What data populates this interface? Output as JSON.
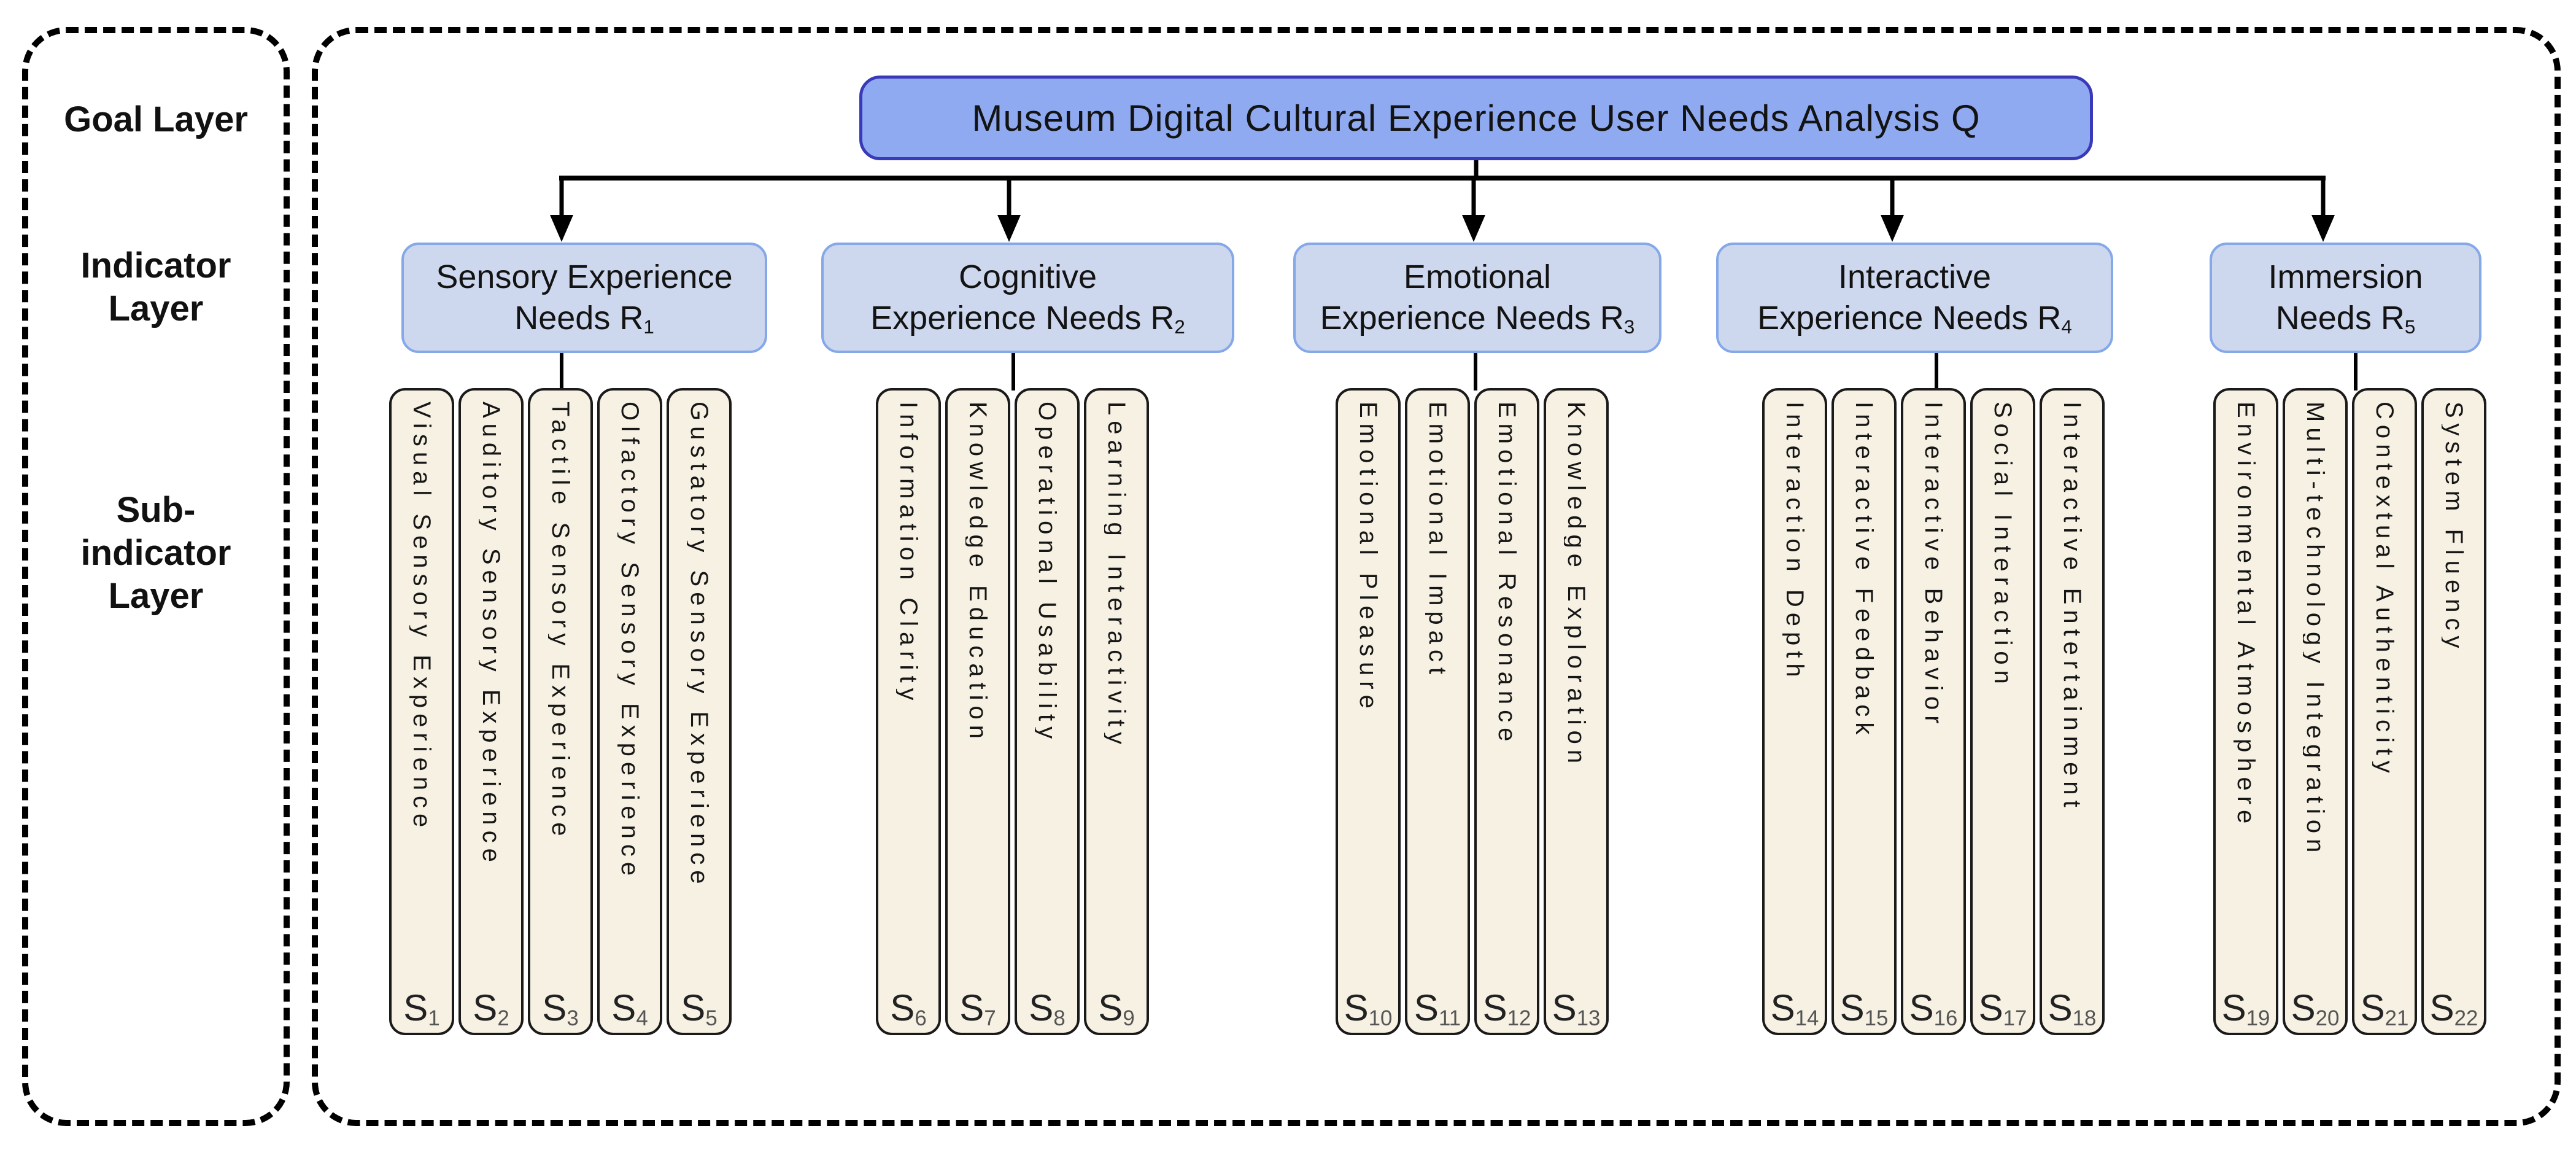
{
  "layers_panel": {
    "items": [
      {
        "id": "goal-layer",
        "lines": [
          "Goal Layer"
        ]
      },
      {
        "id": "indicator-layer",
        "lines": [
          "Indicator",
          "Layer"
        ]
      },
      {
        "id": "sub-indicator-layer",
        "lines": [
          "Sub-",
          "indicator",
          "Layer"
        ]
      }
    ]
  },
  "goal": {
    "title": "Museum Digital Cultural Experience User Needs Analysis Q"
  },
  "indicators": [
    {
      "label_lines": [
        "Sensory Experience",
        "Needs R"
      ],
      "sub": "1",
      "children": [
        {
          "label": "Visual Sensory Experience",
          "code": "S",
          "num": "1"
        },
        {
          "label": "Auditory Sensory Experience",
          "code": "S",
          "num": "2"
        },
        {
          "label": "Tactile Sensory Experience",
          "code": "S",
          "num": "3"
        },
        {
          "label": "Olfactory Sensory Experience",
          "code": "S",
          "num": "4"
        },
        {
          "label": "Gustatory Sensory Experience",
          "code": "S",
          "num": "5"
        }
      ]
    },
    {
      "label_lines": [
        "Cognitive",
        "Experience Needs R"
      ],
      "sub": "2",
      "children": [
        {
          "label": "Information Clarity",
          "code": "S",
          "num": "6"
        },
        {
          "label": "Knowledge Education",
          "code": "S",
          "num": "7"
        },
        {
          "label": "Operational Usability",
          "code": "S",
          "num": "8"
        },
        {
          "label": "Learning Interactivity",
          "code": "S",
          "num": "9"
        }
      ]
    },
    {
      "label_lines": [
        "Emotional",
        "Experience Needs R"
      ],
      "sub": "3",
      "children": [
        {
          "label": "Emotional Pleasure",
          "code": "S",
          "num": "10"
        },
        {
          "label": "Emotional Impact",
          "code": "S",
          "num": "11"
        },
        {
          "label": "Emotional Resonance",
          "code": "S",
          "num": "12"
        },
        {
          "label": "Knowledge Exploration",
          "code": "S",
          "num": "13"
        }
      ]
    },
    {
      "label_lines": [
        "Interactive",
        "Experience Needs R"
      ],
      "sub": "4",
      "children": [
        {
          "label": "Interaction Depth",
          "code": "S",
          "num": "14"
        },
        {
          "label": "Interactive Feedback",
          "code": "S",
          "num": "15"
        },
        {
          "label": "Interactive Behavior",
          "code": "S",
          "num": "16"
        },
        {
          "label": "Social Interaction",
          "code": "S",
          "num": "17"
        },
        {
          "label": "Interactive Entertainment",
          "code": "S",
          "num": "18"
        }
      ]
    },
    {
      "label_lines": [
        "Immersion",
        "Needs R"
      ],
      "sub": "5",
      "children": [
        {
          "label": "Environmental Atmosphere",
          "code": "S",
          "num": "19"
        },
        {
          "label": "Multi-technology Integration",
          "code": "S",
          "num": "20"
        },
        {
          "label": "Contextual Authenticity",
          "code": "S",
          "num": "21"
        },
        {
          "label": "System Fluency",
          "code": "S",
          "num": "22"
        }
      ]
    }
  ],
  "colors": {
    "goal_fill": "#8faaf0",
    "goal_border": "#3a3ab8",
    "indicator_fill": "#cdd7ee",
    "indicator_border": "#84a8e8",
    "sub_fill": "#f6f1e3",
    "sub_border": "#1a1a1a",
    "connector": "#000000"
  }
}
